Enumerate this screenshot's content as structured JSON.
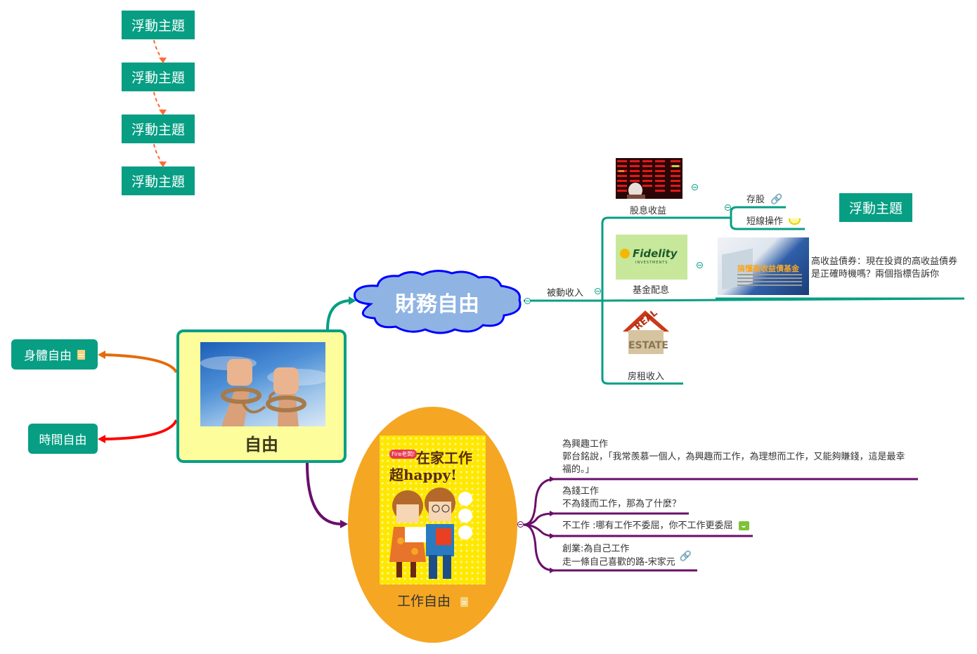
{
  "floating_topics": [
    {
      "label": "浮動主題"
    },
    {
      "label": "浮動主題"
    },
    {
      "label": "浮動主題"
    },
    {
      "label": "浮動主題"
    },
    {
      "label": "浮動主題"
    }
  ],
  "central": {
    "title": "自由",
    "image": "broken-rope-fists-photo"
  },
  "left_branches": [
    {
      "label": "身體自由",
      "icon": "note-icon",
      "line_color": "#e36c09"
    },
    {
      "label": "時間自由",
      "line_color": "#ff0000"
    }
  ],
  "financial": {
    "title": "財務自由",
    "shape": "cloud",
    "fill": "#8fb4e3",
    "border": "#0000ff",
    "branch_color": "#079e84",
    "child": {
      "label": "被動收入",
      "children": [
        {
          "label": "股息收益",
          "image": "stock-board-photo",
          "children": [
            {
              "label": "存股",
              "icon": "link-icon"
            },
            {
              "label": "短線操作",
              "icon": "emoji-icon"
            }
          ]
        },
        {
          "label": "基金配息",
          "image": "fidelity-logo",
          "image_text": "Fidelity",
          "image_subtext": "INVESTMENTS",
          "children": [
            {
              "label": "高收益債券：現在投資的高收益債券是正確時機嗎？兩個指標告訴你",
              "line1": "高收益債券：現在投資的高收益債券",
              "line2": "是正確時機嗎？兩個指標告訴你",
              "image": "high-yield-bond-photo",
              "image_caption": "搞懂高收益債基金"
            }
          ]
        },
        {
          "label": "房租收入",
          "image": "real-estate-house",
          "image_text_top": "REAL",
          "image_text_bottom": "ESTATE"
        }
      ]
    }
  },
  "work": {
    "title": "工作自由",
    "icon": "note-icon",
    "fill": "#f5a623",
    "branch_color": "#6a0f6a",
    "book": {
      "tag": "Fire老闆!",
      "title_line1": "在家工作",
      "title_line2": "超happy!"
    },
    "children": [
      {
        "line1": "為興趣工作",
        "line2": "郭台銘說，「我常羨慕一個人，為興趣而工作，為理想而工作，又能夠賺錢，這是最幸",
        "line3": "福的。」"
      },
      {
        "line1": "為錢工作",
        "line2": "不為錢而工作，那為了什麼？"
      },
      {
        "line1": "不工作 :哪有工作不委屈，你不工作更委屈",
        "icon": "smile-icon"
      },
      {
        "line1": "創業:為自己工作",
        "line2": "走一條自己喜歡的路-宋家元",
        "icon": "link-icon"
      }
    ]
  }
}
